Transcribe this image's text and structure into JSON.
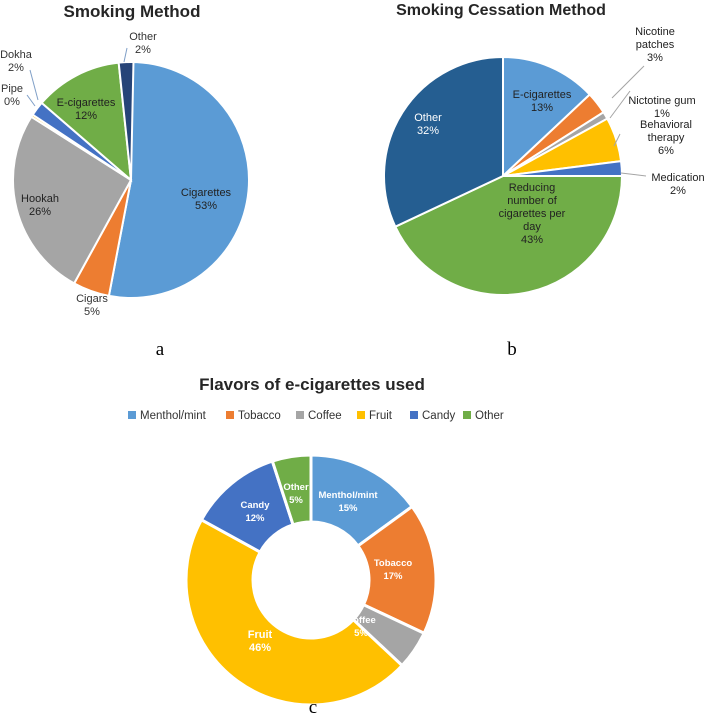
{
  "chart_data": [
    {
      "type": "pie",
      "title": "Smoking Method",
      "panel_label": "a",
      "categories": [
        "Cigarettes",
        "Cigars",
        "Hookah",
        "Pipe",
        "Dokha",
        "E-cigarettes",
        "Other"
      ],
      "values": [
        53,
        5,
        26,
        0,
        2,
        12,
        2
      ],
      "value_labels": [
        "53%",
        "5%",
        "26%",
        "0%",
        "2%",
        "12%",
        "2%"
      ],
      "colors": [
        "#5b9bd5",
        "#ed7d31",
        "#a5a5a5",
        "#ffc000",
        "#4472c4",
        "#70ad47",
        "#264478"
      ]
    },
    {
      "type": "pie",
      "title": "Smoking Cessation Method",
      "panel_label": "b",
      "categories": [
        "E-cigarettes",
        "Nicotine patches",
        "Nictotine gum",
        "Behavioral therapy",
        "Medication",
        "Reducing number of cigarettes per day",
        "Other"
      ],
      "values": [
        13,
        3,
        1,
        6,
        2,
        43,
        32
      ],
      "value_labels": [
        "13%",
        "3%",
        "1%",
        "6%",
        "2%",
        "43%",
        "32%"
      ],
      "colors": [
        "#5b9bd5",
        "#ed7d31",
        "#a5a5a5",
        "#ffc000",
        "#4472c4",
        "#70ad47",
        "#255e91"
      ]
    },
    {
      "type": "pie",
      "subtype": "donut",
      "title": "Flavors of e-cigarettes used",
      "panel_label": "c",
      "categories": [
        "Menthol/mint",
        "Tobacco",
        "Coffee",
        "Fruit",
        "Candy",
        "Other"
      ],
      "values": [
        15,
        17,
        5,
        46,
        12,
        5
      ],
      "value_labels": [
        "15%",
        "17%",
        "5%",
        "46%",
        "12%",
        "5%"
      ],
      "colors": [
        "#5b9bd5",
        "#ed7d31",
        "#a5a5a5",
        "#ffc000",
        "#4472c4",
        "#70ad47"
      ],
      "legend_placement": "top"
    }
  ]
}
